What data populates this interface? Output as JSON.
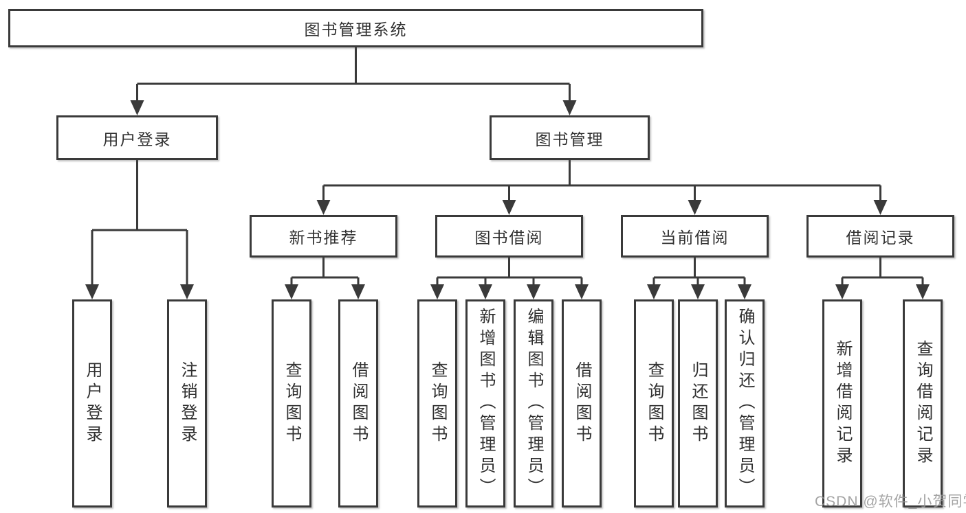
{
  "diagram": {
    "type": "hierarchy-tree",
    "watermark": "CSDN @软件_小贺同学",
    "colors": {
      "line": "#3a3a3a",
      "box_border": "#3a3a3a",
      "box_fill": "#ffffff",
      "text": "#303030",
      "background": "#ffffff",
      "watermark": "#949494"
    },
    "hierarchy": {
      "label": "图书管理系统",
      "children": [
        {
          "label": "用户登录",
          "children": [
            {
              "label": "用户登录"
            },
            {
              "label": "注销登录"
            }
          ]
        },
        {
          "label": "图书管理",
          "children": [
            {
              "label": "新书推荐",
              "children": [
                {
                  "label": "查询图书"
                },
                {
                  "label": "借阅图书"
                }
              ]
            },
            {
              "label": "图书借阅",
              "children": [
                {
                  "label": "查询图书"
                },
                {
                  "label": "新增图书（管理员）"
                },
                {
                  "label": "编辑图书（管理员）"
                },
                {
                  "label": "借阅图书"
                }
              ]
            },
            {
              "label": "当前借阅",
              "children": [
                {
                  "label": "查询图书"
                },
                {
                  "label": "归还图书"
                },
                {
                  "label": "确认归还（管理员）"
                }
              ]
            },
            {
              "label": "借阅记录",
              "children": [
                {
                  "label": "新增借阅记录"
                },
                {
                  "label": "查询借阅记录"
                }
              ]
            }
          ]
        }
      ]
    }
  }
}
